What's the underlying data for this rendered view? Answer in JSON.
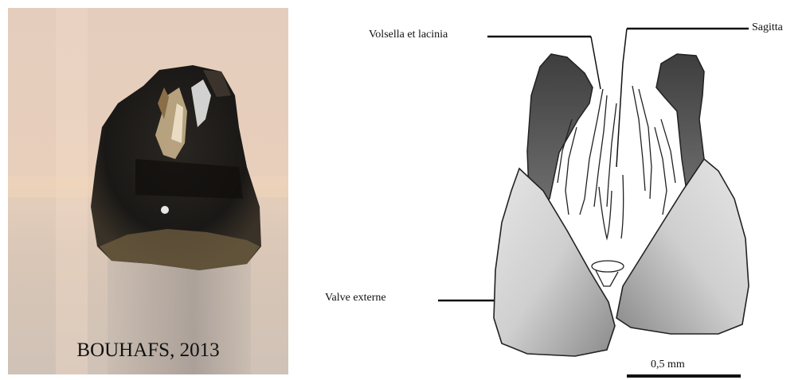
{
  "photo": {
    "credit": "BOUHAFS, 2013"
  },
  "drawing": {
    "labels": {
      "volsella": "Volsella et lacinia",
      "sagitta": "Sagitta",
      "valve": "Valve externe"
    },
    "scale_bar": "0,5 mm"
  }
}
